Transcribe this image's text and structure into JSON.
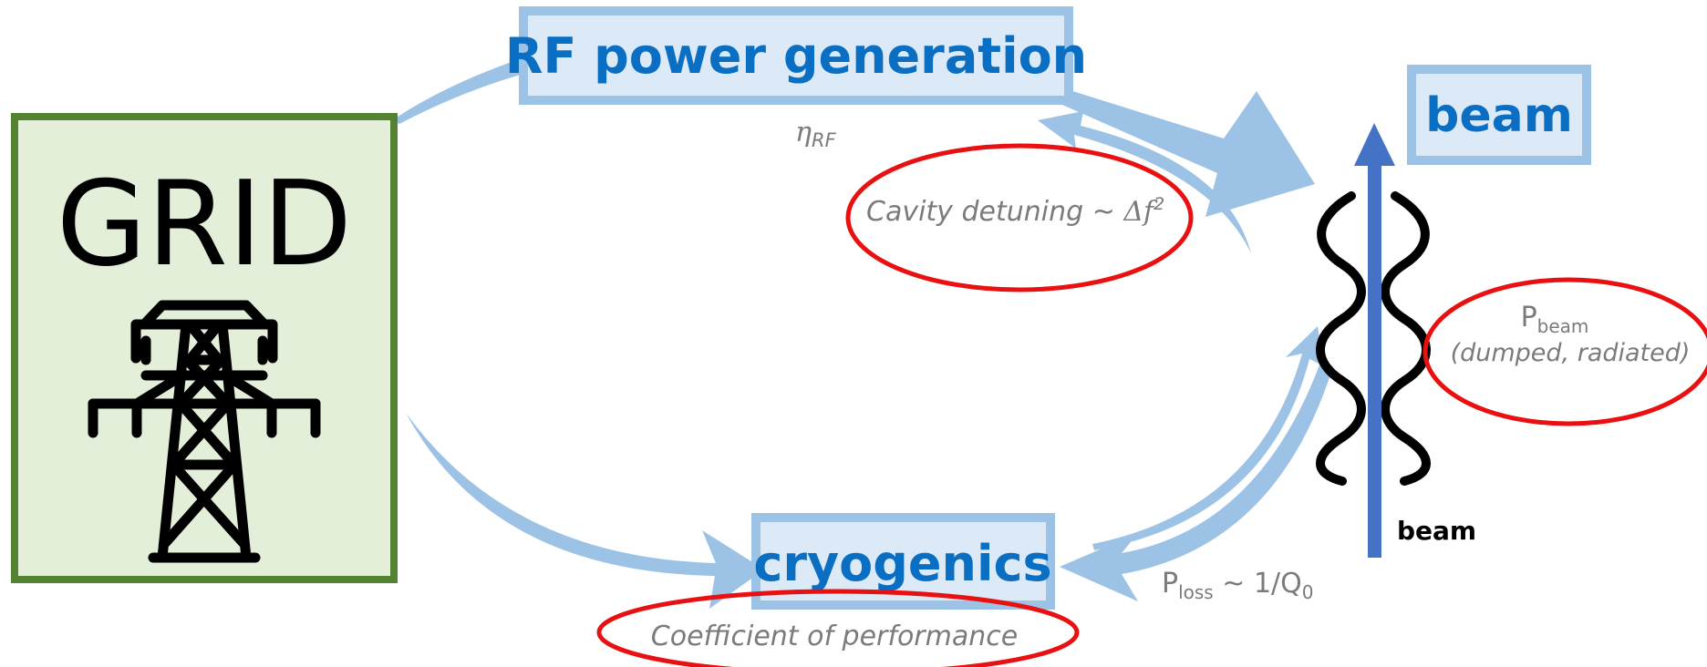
{
  "grid": {
    "label": "GRID",
    "icon": "power-pylon-icon"
  },
  "rf": {
    "label": "RF power generation",
    "eta_symbol": "η",
    "eta_sub": "RF"
  },
  "beam_box": {
    "label": "beam"
  },
  "cryo": {
    "label": "cryogenics"
  },
  "cavity_detuning": {
    "text": "Cavity detuning ~ ",
    "var": "Δf",
    "sup": "2"
  },
  "beam_power": {
    "symbol": "P",
    "sub": "beam",
    "detail": "(dumped, radiated)"
  },
  "cop": {
    "text": "Coefficient of performance"
  },
  "ploss": {
    "symbol": "P",
    "sub": "loss",
    "rest": " ~ 1/Q",
    "rest_sub": "0"
  },
  "beam_arrow_label": "beam",
  "colors": {
    "box_fill": "#dce9f6",
    "box_border": "#9cc2e6",
    "label_blue": "#0a6fc2",
    "grid_fill": "#e3efd9",
    "grid_border": "#548235",
    "arrow": "#9cc2e6",
    "beam_arrow": "#4472c4",
    "ellipse": "#e81010",
    "note_gray": "#7b7b7b"
  }
}
